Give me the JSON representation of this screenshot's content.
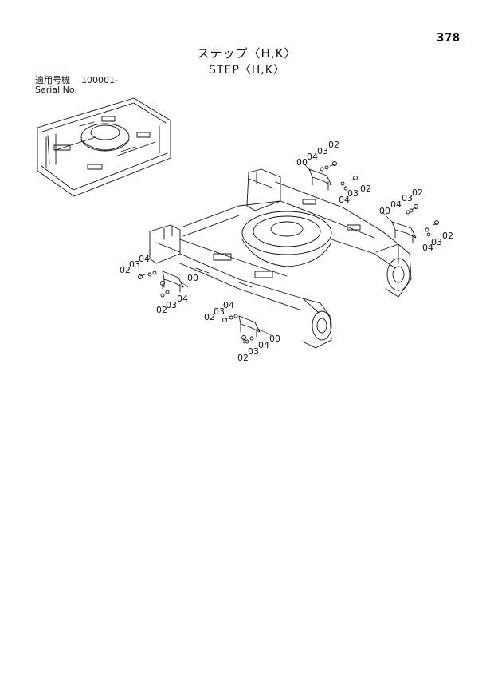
{
  "page": {
    "number": "378",
    "title_jp": "ステップ〈H,K〉",
    "title_en": "STEP〈H,K〉"
  },
  "serial": {
    "label_jp": "適用号機",
    "value": "100001-",
    "label_en": "Serial No."
  },
  "callouts": {
    "g1": [
      "00",
      "04",
      "03",
      "02"
    ],
    "g2": [
      "02",
      "04",
      "03"
    ],
    "g3": [
      "00",
      "04",
      "03",
      "02"
    ],
    "g4": [
      "02",
      "04",
      "03"
    ],
    "g5": [
      "02",
      "03",
      "04"
    ],
    "g6": [
      "02",
      "03",
      "04",
      "00"
    ],
    "g7": [
      "02",
      "03",
      "04"
    ],
    "g8": [
      "02",
      "03",
      "04",
      "00"
    ]
  },
  "colors": {
    "ink": "#111111",
    "paper": "#ffffff"
  }
}
